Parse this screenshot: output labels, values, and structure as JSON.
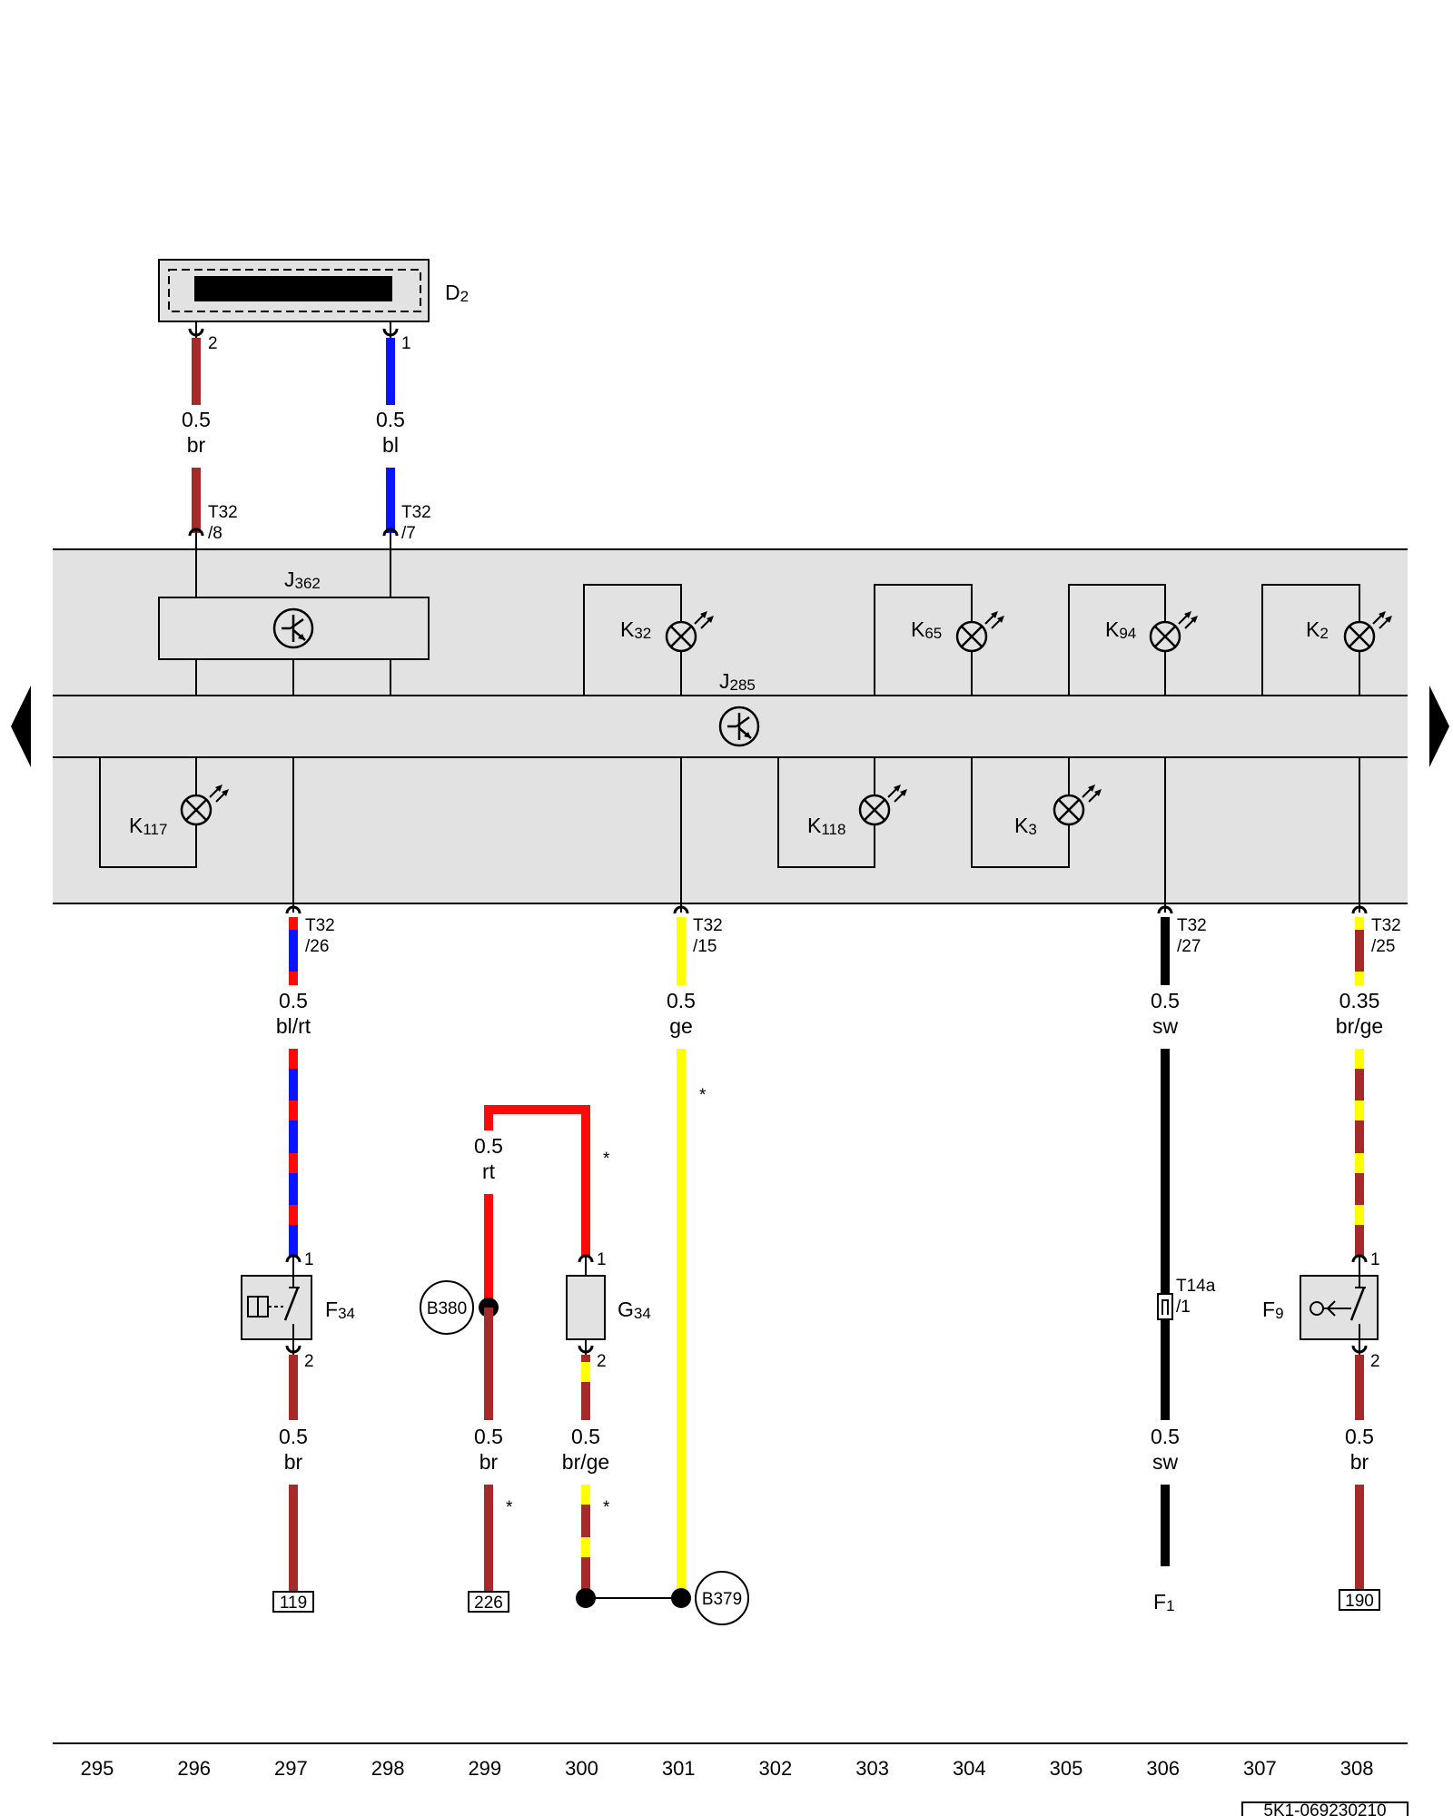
{
  "colors": {
    "br": "#a52a2a",
    "bl": "#0a14ff",
    "rt": "#ff0a0a",
    "ge": "#ffff00",
    "sw": "#000000",
    "panel": "#e2e2e2"
  },
  "components": {
    "d2": {
      "main": "D",
      "sub": "2"
    },
    "j362": {
      "main": "J",
      "sub": "362"
    },
    "j285": {
      "main": "J",
      "sub": "285"
    },
    "k32": {
      "main": "K",
      "sub": "32"
    },
    "k65": {
      "main": "K",
      "sub": "65"
    },
    "k94": {
      "main": "K",
      "sub": "94"
    },
    "k2": {
      "main": "K",
      "sub": "2"
    },
    "k117": {
      "main": "K",
      "sub": "117"
    },
    "k118": {
      "main": "K",
      "sub": "118"
    },
    "k3": {
      "main": "K",
      "sub": "3"
    },
    "f34": {
      "main": "F",
      "sub": "34"
    },
    "g34": {
      "main": "G",
      "sub": "34"
    },
    "f9": {
      "main": "F",
      "sub": "9"
    },
    "f1": {
      "main": "F",
      "sub": "1"
    }
  },
  "pins": {
    "d2_2": "2",
    "d2_1": "1",
    "f34_1": "1",
    "f34_2": "2",
    "g34_1": "1",
    "g34_2": "2",
    "f9_1": "1",
    "f9_2": "2"
  },
  "connectors": {
    "t32_8": {
      "name": "T32",
      "pin": "/8"
    },
    "t32_7": {
      "name": "T32",
      "pin": "/7"
    },
    "t32_26": {
      "name": "T32",
      "pin": "/26"
    },
    "t32_15": {
      "name": "T32",
      "pin": "/15"
    },
    "t32_27": {
      "name": "T32",
      "pin": "/27"
    },
    "t32_25": {
      "name": "T32",
      "pin": "/25"
    },
    "t14a_1": {
      "name": "T14a",
      "pin": "/1"
    }
  },
  "wires": {
    "w1": {
      "size": "0.5",
      "color": "br"
    },
    "w2": {
      "size": "0.5",
      "color": "bl"
    },
    "w3": {
      "size": "0.5",
      "color": "bl/rt"
    },
    "w4": {
      "size": "0.5",
      "color": "ge"
    },
    "w5": {
      "size": "0.5",
      "color": "sw"
    },
    "w6": {
      "size": "0.35",
      "color": "br/ge"
    },
    "w7": {
      "size": "0.5",
      "color": "rt"
    },
    "w8": {
      "size": "0.5",
      "color": "br"
    },
    "w9": {
      "size": "0.5",
      "color": "br"
    },
    "w10": {
      "size": "0.5",
      "color": "br/ge"
    },
    "w11": {
      "size": "0.5",
      "color": "sw"
    },
    "w12": {
      "size": "0.5",
      "color": "br"
    }
  },
  "refs": {
    "r119": "119",
    "r226": "226",
    "r190": "190"
  },
  "ground_points": {
    "b380": "B380",
    "b379": "B379"
  },
  "star": "*",
  "columns": [
    "295",
    "296",
    "297",
    "298",
    "299",
    "300",
    "301",
    "302",
    "303",
    "304",
    "305",
    "306",
    "307",
    "308"
  ],
  "doc_id": "5K1-069230210"
}
